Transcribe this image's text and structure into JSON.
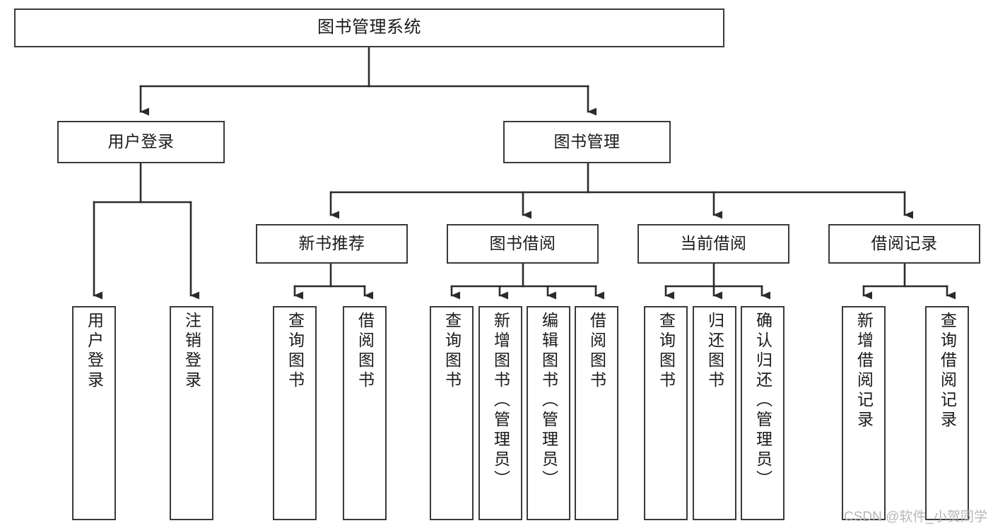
{
  "diagram": {
    "title": "图书管理系统",
    "type": "tree",
    "colors": {
      "box_border": "#3a3a3a",
      "box_fill": "#ffffff",
      "connector": "#2b2b2b",
      "text": "#1a1a1a",
      "watermark": "#b7b7b7",
      "background": "#ffffff"
    },
    "root": {
      "label": "图书管理系统"
    },
    "level2": [
      {
        "label": "用户登录"
      },
      {
        "label": "图书管理"
      }
    ],
    "level3": [
      {
        "label": "新书推荐"
      },
      {
        "label": "图书借阅"
      },
      {
        "label": "当前借阅"
      },
      {
        "label": "借阅记录"
      }
    ],
    "leaves": {
      "user_login": [
        {
          "label": "用户登录"
        },
        {
          "label": "注销登录"
        }
      ],
      "new_book_recommend": [
        {
          "label": "查询图书"
        },
        {
          "label": "借阅图书"
        }
      ],
      "book_borrow": [
        {
          "label": "查询图书"
        },
        {
          "label": "新增图书（管理员）"
        },
        {
          "label": "编辑图书（管理员）"
        },
        {
          "label": "借阅图书"
        }
      ],
      "current_borrow": [
        {
          "label": "查询图书"
        },
        {
          "label": "归还图书"
        },
        {
          "label": "确认归还（管理员）"
        }
      ],
      "borrow_record": [
        {
          "label": "新增借阅记录"
        },
        {
          "label": "查询借阅记录"
        }
      ]
    }
  },
  "watermark": {
    "text": "CSDN @软件_小贺同学"
  }
}
